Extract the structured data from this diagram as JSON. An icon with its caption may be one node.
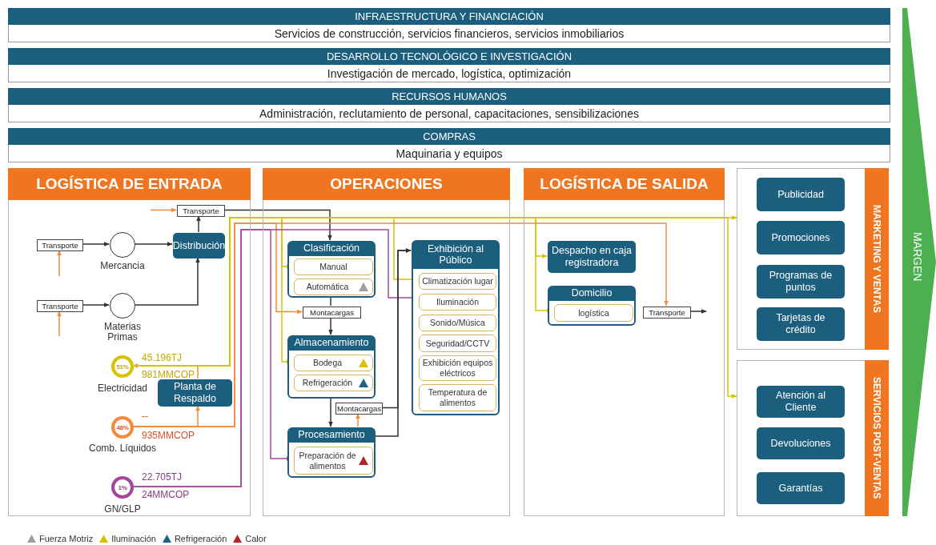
{
  "diagram": {
    "nodes": [
      {
        "text": [
          "INFRAESTRUCTURA Y FINANCIACIÓN",
          "Servicios de construcción, servicios financieros, servicios inmobiliarios"
        ]
      },
      {
        "text": [
          "DESARROLLO TECNOLÓGICO E INVESTIGACIÓN",
          "Investigación de mercado, logística, optimización"
        ]
      },
      {
        "text": [
          "RECURSOS HUMANOS",
          "Administración, reclutamiento de personal, capacitaciones, sensibilizaciones"
        ]
      },
      {
        "text": [
          "COMPRAS",
          "Maquinaria y equipos"
        ]
      },
      {
        "text": [
          "MARGEN"
        ]
      },
      {
        "text": [
          "LOGÍSTICA DE ENTRADA"
        ]
      },
      {
        "text": [
          "Transporte"
        ],
        "in": 5
      },
      {
        "text": [
          "Transporte"
        ],
        "in": 5
      },
      {
        "text": [],
        "shape": "circle",
        "in": 5,
        "beside": [
          "Mercancia"
        ]
      },
      {
        "text": [
          "Distribución"
        ],
        "in": 5
      },
      {
        "text": [
          "Transporte"
        ],
        "in": 5
      },
      {
        "text": [],
        "shape": "circle",
        "in": 5,
        "beside": [
          "Materias Primas"
        ]
      },
      {
        "text": [
          "51%"
        ],
        "in": 5,
        "beside": [
          "45.196TJ",
          "981MMCOP",
          "Electricidad"
        ]
      },
      {
        "text": [
          "Planta de Respaldo"
        ],
        "in": 5
      },
      {
        "text": [
          "48%"
        ],
        "in": 5,
        "beside": [
          "--",
          "935MMCOP",
          "Comb. Líquidos"
        ]
      },
      {
        "text": [
          "1%"
        ],
        "in": 5,
        "beside": [
          "22.705TJ",
          "24MMCOP",
          "GN/GLP"
        ]
      },
      {
        "text": [
          "OPERACIONES"
        ]
      },
      {
        "text": [
          "Clasificación"
        ],
        "in": 16
      },
      {
        "text": [
          "Manual"
        ],
        "in": 17
      },
      {
        "text": [
          "Automática"
        ],
        "in": 17
      },
      {
        "text": [
          "Montacargas"
        ],
        "in": 16
      },
      {
        "text": [
          "Almacenamiento"
        ],
        "in": 16
      },
      {
        "text": [
          "Bodega"
        ],
        "in": 21
      },
      {
        "text": [
          "Refrigeración"
        ],
        "in": 21
      },
      {
        "text": [
          "Montacargas"
        ],
        "in": 16
      },
      {
        "text": [
          "Procesamiento"
        ],
        "in": 16
      },
      {
        "text": [
          "Preparación de alimentos"
        ],
        "in": 25
      },
      {
        "text": [
          "Exhibición al Público"
        ],
        "in": 16
      },
      {
        "text": [
          "Climatización lugar"
        ],
        "in": 27
      },
      {
        "text": [
          "Iluminación"
        ],
        "in": 27
      },
      {
        "text": [
          "Sonido/Música"
        ],
        "in": 27
      },
      {
        "text": [
          "Seguridad/CCTV"
        ],
        "in": 27
      },
      {
        "text": [
          "Exhibición equipos eléctricos"
        ],
        "in": 27
      },
      {
        "text": [
          "Temperatura de alimentos"
        ],
        "in": 27
      },
      {
        "text": [
          "LOGÍSTICA DE SALIDA"
        ]
      },
      {
        "text": [
          "Despacho en caja registradora"
        ],
        "in": 34
      },
      {
        "text": [
          "Domicilio"
        ],
        "in": 34
      },
      {
        "text": [
          "logística"
        ],
        "in": 36
      },
      {
        "text": [
          "Transporte"
        ],
        "in": 34
      },
      {
        "text": [
          "MARKETING Y VENTAS"
        ]
      },
      {
        "text": [
          "Publicidad"
        ],
        "in": 39
      },
      {
        "text": [
          "Promociones"
        ],
        "in": 39
      },
      {
        "text": [
          "Programas de puntos"
        ],
        "in": 39
      },
      {
        "text": [
          "Tarjetas de crédito"
        ],
        "in": 39
      },
      {
        "text": [
          "SERVICIOS POST-VENTAS"
        ]
      },
      {
        "text": [
          "Atención al Cliente"
        ],
        "in": 44
      },
      {
        "text": [
          "Devoluciones"
        ],
        "in": 44
      },
      {
        "text": [
          "Garantías"
        ],
        "in": 44
      }
    ],
    "edges": [
      {
        "from": null,
        "to": 6,
        "arrow": "to",
        "color": "#f08a3c"
      },
      {
        "from": 6,
        "to": 17,
        "arrow": "to"
      },
      {
        "from": null,
        "to": 7,
        "arrow": "to",
        "color": "#f08a3c"
      },
      {
        "from": 7,
        "to": 8,
        "arrow": "to"
      },
      {
        "from": 8,
        "to": 9,
        "arrow": "to"
      },
      {
        "from": null,
        "to": 10,
        "arrow": "to",
        "color": "#f08a3c"
      },
      {
        "from": 10,
        "to": 11,
        "arrow": "to"
      },
      {
        "from": 11,
        "to": 9,
        "arrow": "to"
      },
      {
        "from": 9,
        "to": 6,
        "arrow": "to"
      },
      {
        "from": 13,
        "to": 12,
        "arrow": "to",
        "color": "#f08a3c"
      },
      {
        "from": 14,
        "to": 13,
        "arrow": "to",
        "color": "#f08a3c"
      },
      {
        "from": 14,
        "to": 20,
        "arrow": "to",
        "color": "#f08a3c"
      },
      {
        "from": 12,
        "to": 18,
        "arrow": "to",
        "color": "#d8c200"
      },
      {
        "from": 12,
        "to": 22,
        "arrow": "to",
        "color": "#d8c200"
      },
      {
        "from": 12,
        "to": 28,
        "arrow": "to",
        "color": "#d8c200"
      },
      {
        "from": 12,
        "to": 35,
        "arrow": "to",
        "color": "#d8c200"
      },
      {
        "from": 12,
        "to": 37,
        "arrow": "to",
        "color": "#d8c200"
      },
      {
        "from": 12,
        "to": 39,
        "arrow": "to",
        "color": "#d8c200"
      },
      {
        "from": 12,
        "to": 44,
        "arrow": "to",
        "color": "#d8c200"
      },
      {
        "from": 15,
        "to": 29,
        "arrow": "to",
        "color": "#a4479c"
      },
      {
        "from": 15,
        "to": 26,
        "arrow": "to",
        "color": "#a4479c"
      },
      {
        "from": 14,
        "to": 38,
        "arrow": "to",
        "color": "#f08a3c"
      },
      {
        "from": 25,
        "to": 24,
        "arrow": "to",
        "color": "#f08a3c"
      },
      {
        "from": 17,
        "to": 20,
        "arrow": "none"
      },
      {
        "from": 20,
        "to": 21,
        "arrow": "to"
      },
      {
        "from": 21,
        "to": 25,
        "arrow": "to"
      },
      {
        "from": 25,
        "to": 27,
        "arrow": "to"
      },
      {
        "from": 24,
        "to": 27,
        "arrow": "to"
      },
      {
        "from": 38,
        "to": null,
        "arrow": "to"
      }
    ],
    "legend": [
      {
        "text": "Fuerza Motriz",
        "color": "#9e9e9e"
      },
      {
        "text": "Iluminación",
        "color": "#d8c200"
      },
      {
        "text": "Refrigeración",
        "color": "#1b6387"
      },
      {
        "text": "Calor",
        "color": "#b0242a"
      }
    ]
  }
}
